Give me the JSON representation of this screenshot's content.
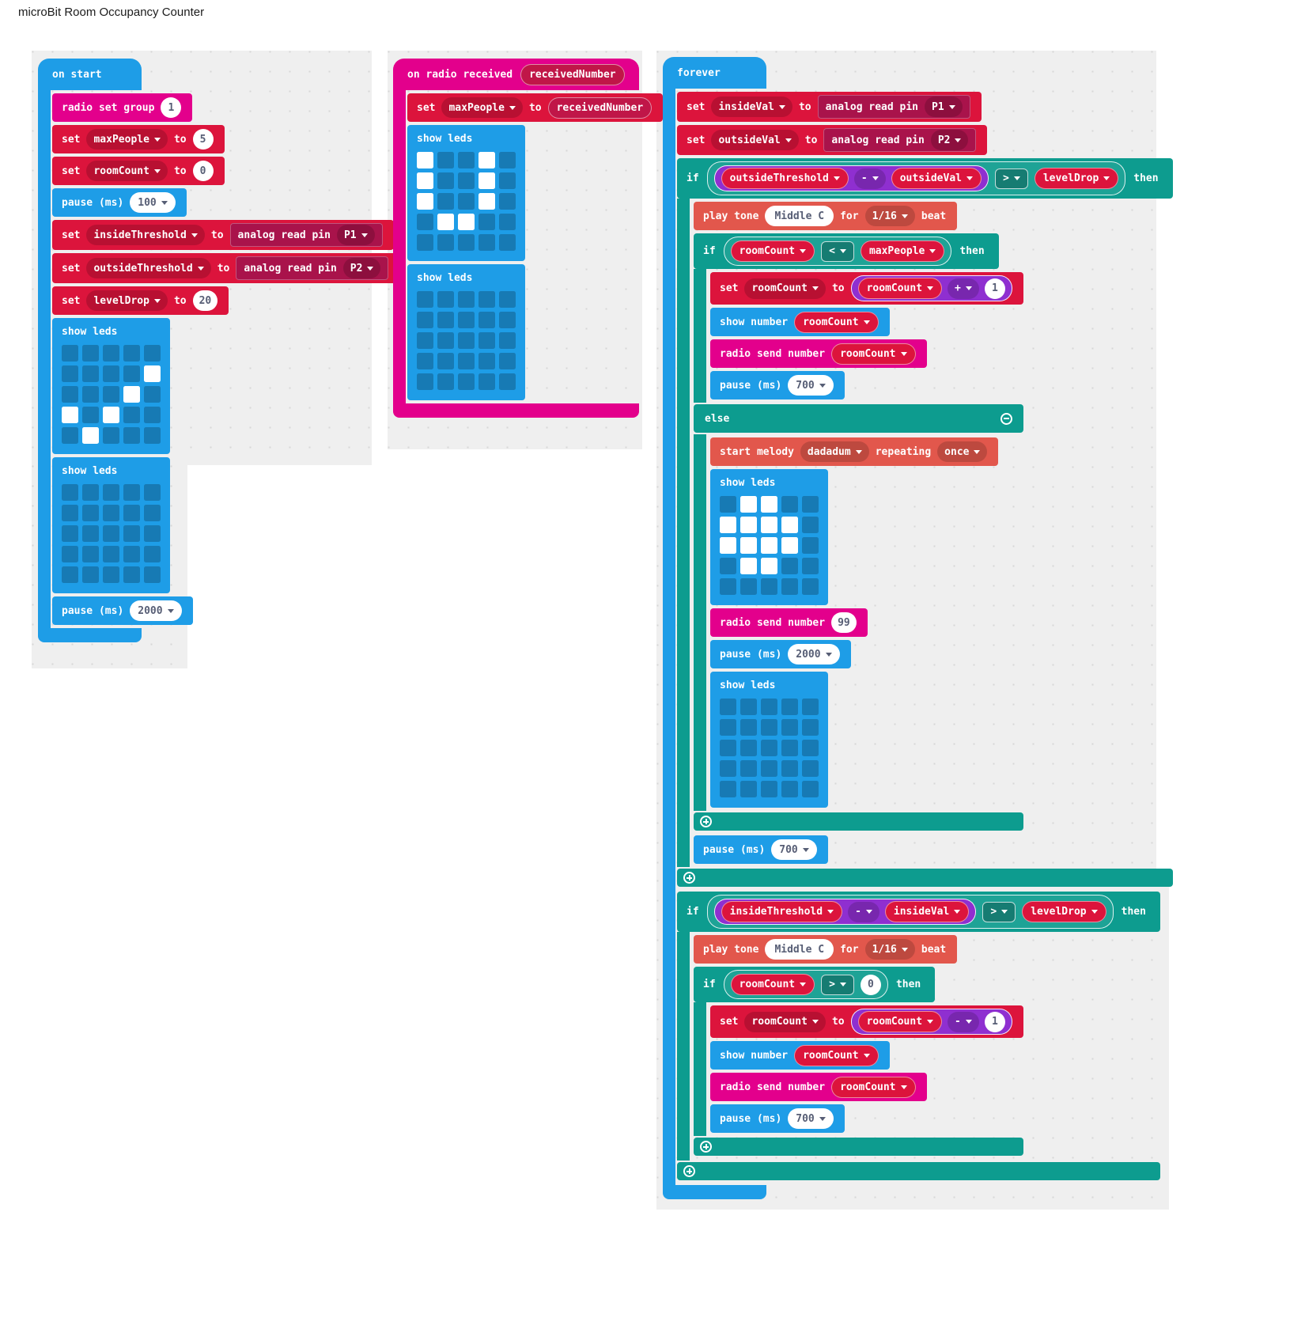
{
  "title": "microBit Room Occupancy Counter",
  "labels": {
    "if": "if",
    "then": "then",
    "else": "else"
  },
  "colors": {
    "blue": "#1E9DE7",
    "pink": "#E3008C",
    "red": "#DC143C",
    "darkred": "#A9134B",
    "teal": "#0D9C8F",
    "purple": "#8F2FD0",
    "music": "#E2574C",
    "paramred": "#C01648"
  },
  "stacks": [
    {
      "id": "on-start",
      "hat": {
        "color": "blue",
        "parts": [
          {
            "t": "label",
            "v": "on start"
          }
        ]
      },
      "children": [
        {
          "kind": "stmt",
          "color": "pink",
          "parts": [
            {
              "t": "label",
              "v": "radio set group"
            },
            {
              "t": "num",
              "v": "1"
            }
          ]
        },
        {
          "kind": "stmt",
          "color": "red",
          "parts": [
            {
              "t": "label",
              "v": "set"
            },
            {
              "t": "dd",
              "v": "maxPeople"
            },
            {
              "t": "label",
              "v": "to"
            },
            {
              "t": "num",
              "v": "5"
            }
          ]
        },
        {
          "kind": "stmt",
          "color": "red",
          "parts": [
            {
              "t": "label",
              "v": "set"
            },
            {
              "t": "dd",
              "v": "roomCount"
            },
            {
              "t": "label",
              "v": "to"
            },
            {
              "t": "num",
              "v": "0"
            }
          ]
        },
        {
          "kind": "stmt",
          "color": "blue",
          "parts": [
            {
              "t": "label",
              "v": "pause (ms)"
            },
            {
              "t": "ovaldd",
              "v": "100"
            }
          ]
        },
        {
          "kind": "stmt",
          "color": "red",
          "parts": [
            {
              "t": "label",
              "v": "set"
            },
            {
              "t": "dd",
              "v": "insideThreshold"
            },
            {
              "t": "label",
              "v": "to"
            },
            {
              "t": "sub",
              "color": "darkred",
              "parts": [
                {
                  "t": "label",
                  "v": "analog read pin"
                },
                {
                  "t": "dd",
                  "v": "P1"
                }
              ]
            }
          ]
        },
        {
          "kind": "stmt",
          "color": "red",
          "parts": [
            {
              "t": "label",
              "v": "set"
            },
            {
              "t": "dd",
              "v": "outsideThreshold"
            },
            {
              "t": "label",
              "v": "to"
            },
            {
              "t": "sub",
              "color": "darkred",
              "parts": [
                {
                  "t": "label",
                  "v": "analog read pin"
                },
                {
                  "t": "dd",
                  "v": "P2"
                }
              ]
            }
          ]
        },
        {
          "kind": "stmt",
          "color": "red",
          "parts": [
            {
              "t": "label",
              "v": "set"
            },
            {
              "t": "dd",
              "v": "levelDrop"
            },
            {
              "t": "label",
              "v": "to"
            },
            {
              "t": "num",
              "v": "20"
            }
          ]
        },
        {
          "kind": "leds",
          "label": "show leds",
          "grid": [
            "00000",
            "00001",
            "00010",
            "10100",
            "01000"
          ]
        },
        {
          "kind": "leds",
          "label": "show leds",
          "grid": [
            "00000",
            "00000",
            "00000",
            "00000",
            "00000"
          ]
        },
        {
          "kind": "stmt",
          "color": "blue",
          "parts": [
            {
              "t": "label",
              "v": "pause (ms)"
            },
            {
              "t": "ovaldd",
              "v": "2000"
            }
          ]
        }
      ]
    },
    {
      "id": "on-radio-received",
      "hat": {
        "color": "pink",
        "parts": [
          {
            "t": "label",
            "v": "on radio received"
          },
          {
            "t": "reporter",
            "v": "receivedNumber",
            "color": "paramred"
          }
        ]
      },
      "children": [
        {
          "kind": "stmt",
          "color": "red",
          "parts": [
            {
              "t": "label",
              "v": "set"
            },
            {
              "t": "dd",
              "v": "maxPeople"
            },
            {
              "t": "label",
              "v": "to"
            },
            {
              "t": "reporter",
              "v": "receivedNumber",
              "color": "paramred"
            }
          ]
        },
        {
          "kind": "leds",
          "label": "show leds",
          "grid": [
            "10010",
            "10010",
            "10010",
            "01100",
            "00000"
          ]
        },
        {
          "kind": "leds",
          "label": "show leds",
          "grid": [
            "00000",
            "00000",
            "00000",
            "00000",
            "00000"
          ]
        }
      ]
    },
    {
      "id": "forever",
      "hat": {
        "color": "blue",
        "parts": [
          {
            "t": "label",
            "v": "forever"
          }
        ]
      },
      "children": [
        {
          "kind": "stmt",
          "color": "red",
          "parts": [
            {
              "t": "label",
              "v": "set"
            },
            {
              "t": "dd",
              "v": "insideVal"
            },
            {
              "t": "label",
              "v": "to"
            },
            {
              "t": "sub",
              "color": "darkred",
              "parts": [
                {
                  "t": "label",
                  "v": "analog read pin"
                },
                {
                  "t": "dd",
                  "v": "P1"
                }
              ]
            }
          ]
        },
        {
          "kind": "stmt",
          "color": "red",
          "parts": [
            {
              "t": "label",
              "v": "set"
            },
            {
              "t": "dd",
              "v": "outsideVal"
            },
            {
              "t": "label",
              "v": "to"
            },
            {
              "t": "sub",
              "color": "darkred",
              "parts": [
                {
                  "t": "label",
                  "v": "analog read pin"
                },
                {
                  "t": "dd",
                  "v": "P2"
                }
              ]
            }
          ]
        },
        {
          "kind": "if",
          "cond": [
            {
              "t": "math",
              "parts": [
                {
                  "t": "reporter",
                  "v": "outsideThreshold",
                  "dd": true
                },
                {
                  "t": "dd",
                  "v": "-"
                },
                {
                  "t": "reporter",
                  "v": "outsideVal",
                  "dd": true
                }
              ]
            },
            {
              "t": "dd",
              "v": ">",
              "chip": true
            },
            {
              "t": "reporter",
              "v": "levelDrop",
              "dd": true
            }
          ],
          "children": [
            {
              "kind": "stmt",
              "color": "music",
              "parts": [
                {
                  "t": "label",
                  "v": "play tone"
                },
                {
                  "t": "whiteoval",
                  "v": "Middle C"
                },
                {
                  "t": "label",
                  "v": "for"
                },
                {
                  "t": "dd",
                  "v": "1/16"
                },
                {
                  "t": "label",
                  "v": "beat"
                }
              ]
            },
            {
              "kind": "if",
              "cond": [
                {
                  "t": "reporter",
                  "v": "roomCount",
                  "dd": true
                },
                {
                  "t": "dd",
                  "v": "<",
                  "chip": true
                },
                {
                  "t": "reporter",
                  "v": "maxPeople",
                  "dd": true
                }
              ],
              "children": [
                {
                  "kind": "stmt",
                  "color": "red",
                  "parts": [
                    {
                      "t": "label",
                      "v": "set"
                    },
                    {
                      "t": "dd",
                      "v": "roomCount"
                    },
                    {
                      "t": "label",
                      "v": "to"
                    },
                    {
                      "t": "math",
                      "parts": [
                        {
                          "t": "reporter",
                          "v": "roomCount",
                          "dd": true
                        },
                        {
                          "t": "dd",
                          "v": "+"
                        },
                        {
                          "t": "num",
                          "v": "1"
                        }
                      ]
                    }
                  ]
                },
                {
                  "kind": "stmt",
                  "color": "blue",
                  "parts": [
                    {
                      "t": "label",
                      "v": "show number"
                    },
                    {
                      "t": "reporter",
                      "v": "roomCount",
                      "dd": true
                    }
                  ]
                },
                {
                  "kind": "stmt",
                  "color": "pink",
                  "parts": [
                    {
                      "t": "label",
                      "v": "radio send number"
                    },
                    {
                      "t": "reporter",
                      "v": "roomCount",
                      "dd": true
                    }
                  ]
                },
                {
                  "kind": "stmt",
                  "color": "blue",
                  "parts": [
                    {
                      "t": "label",
                      "v": "pause (ms)"
                    },
                    {
                      "t": "ovaldd",
                      "v": "700"
                    }
                  ]
                }
              ],
              "else_children": [
                {
                  "kind": "stmt",
                  "color": "music",
                  "parts": [
                    {
                      "t": "label",
                      "v": "start melody"
                    },
                    {
                      "t": "dd",
                      "v": "dadadum"
                    },
                    {
                      "t": "label",
                      "v": "repeating"
                    },
                    {
                      "t": "dd",
                      "v": "once"
                    }
                  ]
                },
                {
                  "kind": "leds",
                  "label": "show leds",
                  "grid": [
                    "01100",
                    "11110",
                    "11110",
                    "01100",
                    "00000"
                  ]
                },
                {
                  "kind": "stmt",
                  "color": "pink",
                  "parts": [
                    {
                      "t": "label",
                      "v": "radio send number"
                    },
                    {
                      "t": "num",
                      "v": "99"
                    }
                  ]
                },
                {
                  "kind": "stmt",
                  "color": "blue",
                  "parts": [
                    {
                      "t": "label",
                      "v": "pause (ms)"
                    },
                    {
                      "t": "ovaldd",
                      "v": "2000"
                    }
                  ]
                },
                {
                  "kind": "leds",
                  "label": "show leds",
                  "grid": [
                    "00000",
                    "00000",
                    "00000",
                    "00000",
                    "00000"
                  ]
                }
              ]
            },
            {
              "kind": "stmt",
              "color": "blue",
              "parts": [
                {
                  "t": "label",
                  "v": "pause (ms)"
                },
                {
                  "t": "ovaldd",
                  "v": "700"
                }
              ]
            }
          ]
        },
        {
          "kind": "if",
          "cond": [
            {
              "t": "math",
              "parts": [
                {
                  "t": "reporter",
                  "v": "insideThreshold",
                  "dd": true
                },
                {
                  "t": "dd",
                  "v": "-"
                },
                {
                  "t": "reporter",
                  "v": "insideVal",
                  "dd": true
                }
              ]
            },
            {
              "t": "dd",
              "v": ">",
              "chip": true
            },
            {
              "t": "reporter",
              "v": "levelDrop",
              "dd": true
            }
          ],
          "children": [
            {
              "kind": "stmt",
              "color": "music",
              "parts": [
                {
                  "t": "label",
                  "v": "play tone"
                },
                {
                  "t": "whiteoval",
                  "v": "Middle C"
                },
                {
                  "t": "label",
                  "v": "for"
                },
                {
                  "t": "dd",
                  "v": "1/16"
                },
                {
                  "t": "label",
                  "v": "beat"
                }
              ]
            },
            {
              "kind": "if",
              "cond": [
                {
                  "t": "reporter",
                  "v": "roomCount",
                  "dd": true
                },
                {
                  "t": "dd",
                  "v": ">",
                  "chip": true
                },
                {
                  "t": "num",
                  "v": "0"
                }
              ],
              "children": [
                {
                  "kind": "stmt",
                  "color": "red",
                  "parts": [
                    {
                      "t": "label",
                      "v": "set"
                    },
                    {
                      "t": "dd",
                      "v": "roomCount"
                    },
                    {
                      "t": "label",
                      "v": "to"
                    },
                    {
                      "t": "math",
                      "parts": [
                        {
                          "t": "reporter",
                          "v": "roomCount",
                          "dd": true
                        },
                        {
                          "t": "dd",
                          "v": "-"
                        },
                        {
                          "t": "num",
                          "v": "1"
                        }
                      ]
                    }
                  ]
                },
                {
                  "kind": "stmt",
                  "color": "blue",
                  "parts": [
                    {
                      "t": "label",
                      "v": "show number"
                    },
                    {
                      "t": "reporter",
                      "v": "roomCount",
                      "dd": true
                    }
                  ]
                },
                {
                  "kind": "stmt",
                  "color": "pink",
                  "parts": [
                    {
                      "t": "label",
                      "v": "radio send number"
                    },
                    {
                      "t": "reporter",
                      "v": "roomCount",
                      "dd": true
                    }
                  ]
                },
                {
                  "kind": "stmt",
                  "color": "blue",
                  "parts": [
                    {
                      "t": "label",
                      "v": "pause (ms)"
                    },
                    {
                      "t": "ovaldd",
                      "v": "700"
                    }
                  ]
                }
              ]
            }
          ]
        }
      ]
    }
  ]
}
